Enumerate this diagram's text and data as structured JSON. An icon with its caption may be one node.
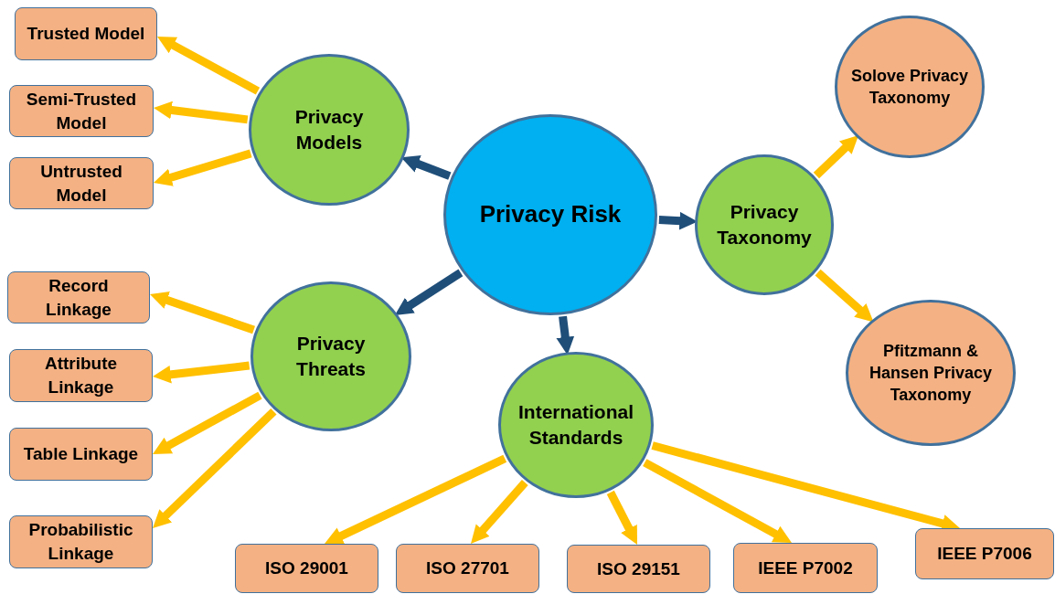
{
  "diagram": {
    "nodes": [
      {
        "text": [
          "Trusted Model"
        ]
      },
      {
        "text": [
          "Semi-Trusted Model"
        ]
      },
      {
        "text": [
          "Untrusted Model"
        ]
      },
      {
        "text": [
          "Privacy Models"
        ]
      },
      {
        "text": [
          "Solove Privacy Taxonomy"
        ]
      },
      {
        "text": [
          "Privacy Risk"
        ]
      },
      {
        "text": [
          "Privacy Taxonomy"
        ]
      },
      {
        "text": [
          "Record Linkage"
        ]
      },
      {
        "text": [
          "Privacy Threats"
        ]
      },
      {
        "text": [
          "Attribute Linkage"
        ]
      },
      {
        "text": [
          "Pfitzmann & Hansen Privacy Taxonomy"
        ]
      },
      {
        "text": [
          "International Standards"
        ]
      },
      {
        "text": [
          "Table Linkage"
        ]
      },
      {
        "text": [
          "Probabilistic Linkage"
        ]
      },
      {
        "text": [
          "IEEE P7006"
        ]
      },
      {
        "text": [
          "ISO 29001"
        ]
      },
      {
        "text": [
          "ISO 27701"
        ]
      },
      {
        "text": [
          "ISO 29151"
        ]
      },
      {
        "text": [
          "IEEE P7002"
        ]
      }
    ],
    "edges": [
      {
        "from": 5,
        "to": 3,
        "arrow": "to",
        "color": "#1f4e79"
      },
      {
        "from": 5,
        "to": 8,
        "arrow": "to",
        "color": "#1f4e79"
      },
      {
        "from": 5,
        "to": 6,
        "arrow": "to",
        "color": "#1f4e79"
      },
      {
        "from": 5,
        "to": 11,
        "arrow": "to",
        "color": "#1f4e79"
      },
      {
        "from": 3,
        "to": 0,
        "arrow": "to"
      },
      {
        "from": 3,
        "to": 1,
        "arrow": "to"
      },
      {
        "from": 3,
        "to": 2,
        "arrow": "to"
      },
      {
        "from": 8,
        "to": 7,
        "arrow": "to"
      },
      {
        "from": 8,
        "to": 9,
        "arrow": "to"
      },
      {
        "from": 8,
        "to": 12,
        "arrow": "to"
      },
      {
        "from": 8,
        "to": 13,
        "arrow": "to"
      },
      {
        "from": 6,
        "to": 4,
        "arrow": "to"
      },
      {
        "from": 6,
        "to": 10,
        "arrow": "to"
      },
      {
        "from": 11,
        "to": 15,
        "arrow": "to"
      },
      {
        "from": 11,
        "to": 16,
        "arrow": "to"
      },
      {
        "from": 11,
        "to": 17,
        "arrow": "to"
      },
      {
        "from": 11,
        "to": 18,
        "arrow": "to"
      },
      {
        "from": 11,
        "to": 14,
        "arrow": "to"
      }
    ]
  }
}
